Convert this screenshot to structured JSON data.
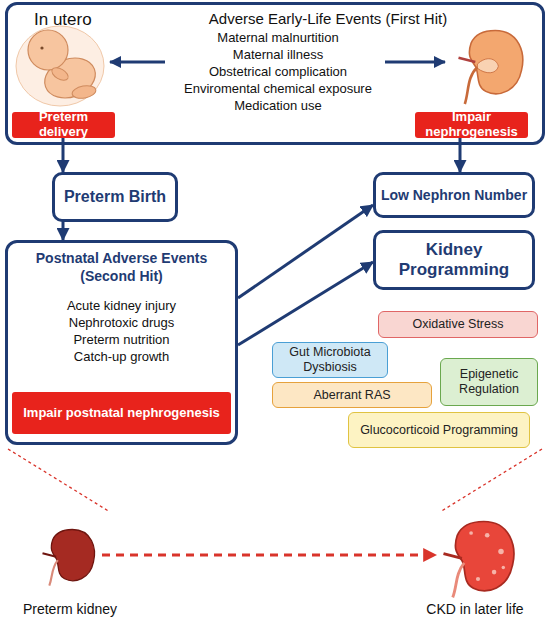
{
  "diagram": {
    "nodes": [
      {
        "text": [
          "In utero",
          "Adverse Early-Life Events (First Hit)",
          "Maternal malnurtition",
          "Maternal illness",
          "Obstetrical complication",
          "Enviromental chemical exposure",
          "Medication use"
        ]
      },
      {
        "text": [
          "Preterm delivery"
        ],
        "in": 0
      },
      {
        "text": [
          "Impair nephrogenesis"
        ],
        "in": 0
      },
      {
        "text": [
          "Preterm Birth"
        ]
      },
      {
        "text": [
          "Low Nephron Number"
        ]
      },
      {
        "text": [
          "Kidney Programming"
        ]
      },
      {
        "text": [
          "Postnatal Adverse Events (Second Hit)",
          "Acute kidney injury",
          "Nephrotoxic drugs",
          "Preterm nutrition",
          "Catch-up growth"
        ]
      },
      {
        "text": [
          "Impair postnatal nephrogenesis"
        ],
        "in": 6
      },
      {
        "text": [
          "Oxidative Stress"
        ]
      },
      {
        "text": [
          "Gut Microbiota Dysbiosis"
        ]
      },
      {
        "text": [
          "Epigenetic Regulation"
        ]
      },
      {
        "text": [
          "Aberrant RAS"
        ]
      },
      {
        "text": [
          "Glucocorticoid Programming"
        ]
      }
    ],
    "edges": [
      {
        "from": 1,
        "to": 3,
        "arrow": "to"
      },
      {
        "from": 2,
        "to": 4,
        "arrow": "to"
      },
      {
        "from": 3,
        "to": 6,
        "arrow": "to"
      },
      {
        "from": 6,
        "to": 4,
        "arrow": "to"
      },
      {
        "from": 6,
        "to": 5,
        "arrow": "to"
      }
    ],
    "labels": [
      "Preterm kidney",
      "CKD in later life"
    ]
  }
}
